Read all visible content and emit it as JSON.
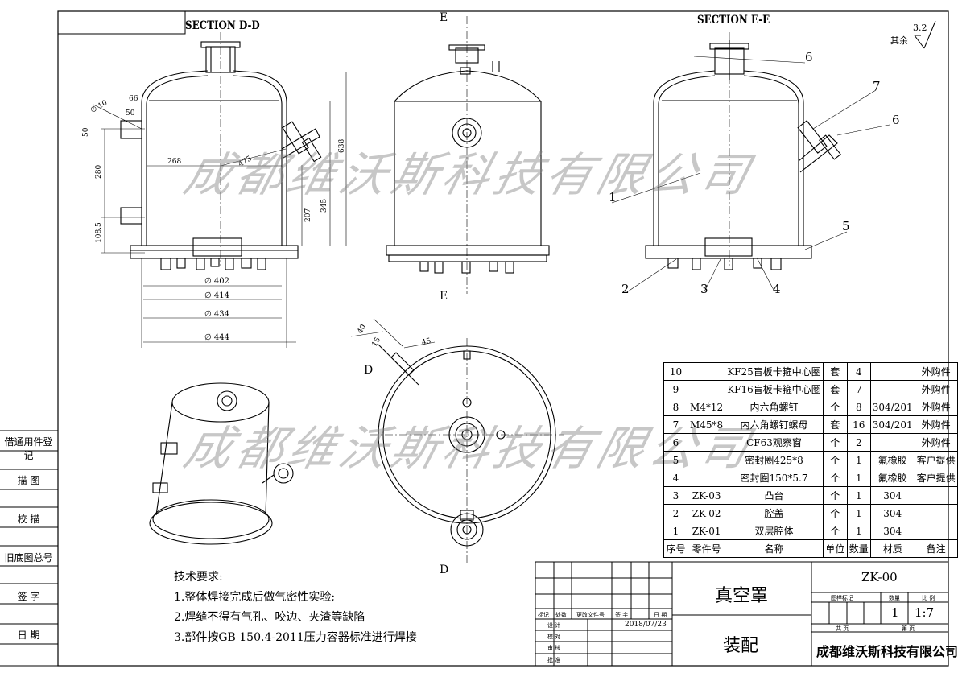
{
  "sections": {
    "dd": "SECTION D-D",
    "ee": "SECTION E-E",
    "e_top": "E",
    "e_bottom": "E",
    "d_top": "D",
    "d_bottom": "D"
  },
  "dims": {
    "d10": "∅ 10",
    "d66": "66",
    "d50a": "50",
    "d50b": "50",
    "d268": "268",
    "d475": "475",
    "d280": "280",
    "d638": "638",
    "d207": "207",
    "d345": "345",
    "d108": "108.5",
    "d402": "∅ 402",
    "d414": "∅ 414",
    "d434": "∅ 434",
    "d444": "∅ 444",
    "d40": "40",
    "d15": "15",
    "d45": "45"
  },
  "surface": {
    "value": "3.2",
    "label": "其余"
  },
  "callouts": [
    "1",
    "2",
    "3",
    "4",
    "5",
    "6",
    "6",
    "7"
  ],
  "watermark": "成都维沃斯科技有限公司",
  "left_sidebar": [
    "借通用件登记",
    "描 图",
    "校 描",
    "旧底图总号",
    "签 字",
    "日 期"
  ],
  "bom": {
    "rows": [
      [
        "10",
        "",
        "KF25盲板卡箍中心圈",
        "套",
        "4",
        "",
        "外购件"
      ],
      [
        "9",
        "",
        "KF16盲板卡箍中心圈",
        "套",
        "7",
        "",
        "外购件"
      ],
      [
        "8",
        "M4*12",
        "内六角螺钉",
        "个",
        "8",
        "304/201",
        "外购件"
      ],
      [
        "7",
        "M45*8",
        "内六角螺钉螺母",
        "套",
        "16",
        "304/201",
        "外购件"
      ],
      [
        "6",
        "",
        "CF63观察窗",
        "个",
        "2",
        "",
        "外购件"
      ],
      [
        "5",
        "",
        "密封圈425*8",
        "个",
        "1",
        "氟橡胶",
        "客户提供"
      ],
      [
        "4",
        "",
        "密封圈150*5.7",
        "个",
        "1",
        "氟橡胶",
        "客户提供"
      ],
      [
        "3",
        "ZK-03",
        "凸台",
        "个",
        "1",
        "304",
        ""
      ],
      [
        "2",
        "ZK-02",
        "腔盖",
        "个",
        "1",
        "304",
        ""
      ],
      [
        "1",
        "ZK-01",
        "双层腔体",
        "个",
        "1",
        "304",
        ""
      ]
    ],
    "header": [
      "序号",
      "零件号",
      "名称",
      "单位",
      "数量",
      "材质",
      "备注"
    ]
  },
  "tech": {
    "title": "技术要求:",
    "items": [
      "1.整体焊接完成后做气密性实验;",
      "2.焊缝不得有气孔、咬边、夹渣等缺陷",
      "3.部件按GB 150.4-2011压力容器标准进行焊接"
    ]
  },
  "titleblock": {
    "name1": "真空罩",
    "name2": "装配",
    "drawing_no": "ZK-00",
    "mark_label": "图样标记",
    "qty_label": "数量",
    "scale_label": "比 例",
    "qty": "1",
    "scale": "1:7",
    "sheets_total": "共 页",
    "sheet_no": "第 页",
    "company": "成都维沃斯科技有限公司",
    "rev_headers": [
      "标记",
      "处数",
      "更改文件号",
      "签 字",
      "日 期"
    ],
    "roles": [
      "设 计",
      "校 对",
      "审 核",
      "批 准"
    ],
    "date": "2018/07/23"
  }
}
